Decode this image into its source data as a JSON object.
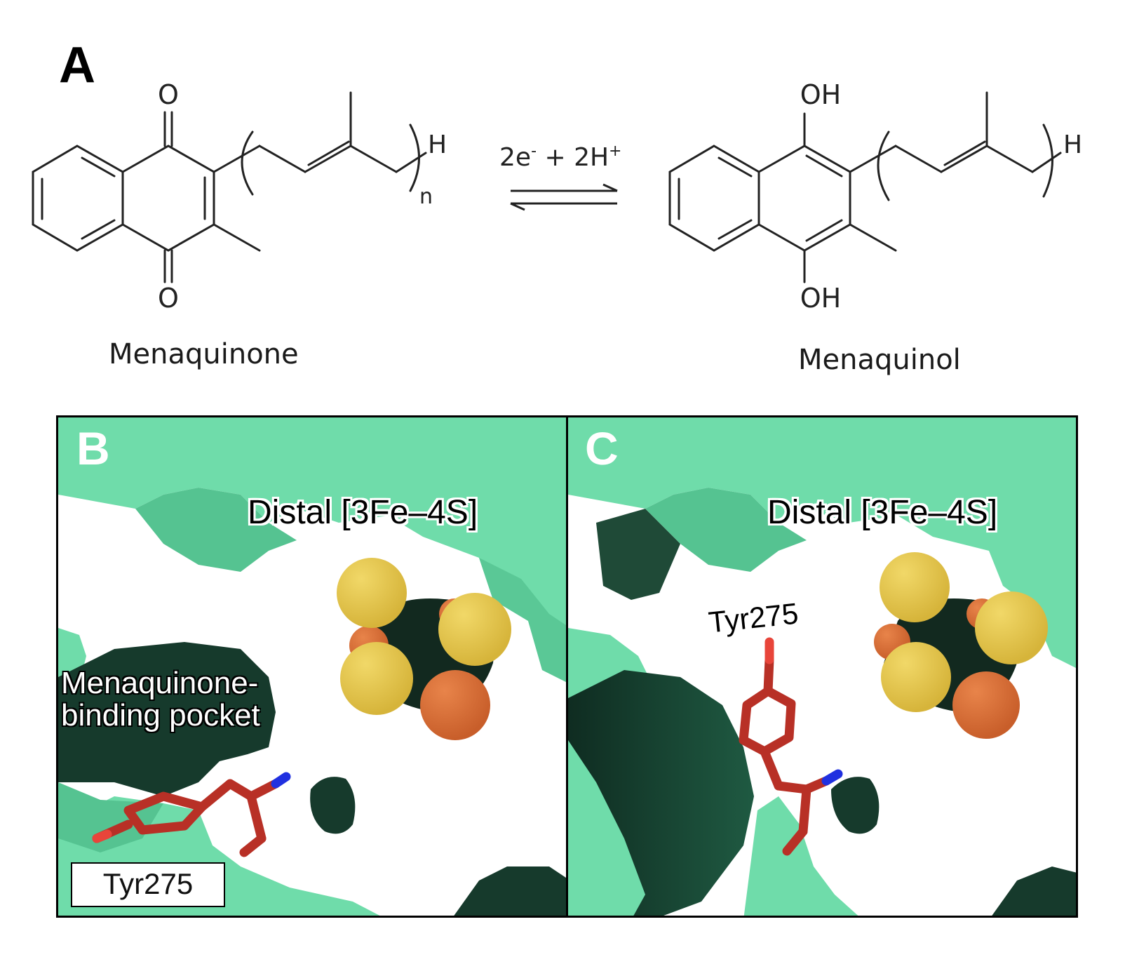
{
  "panel_a": {
    "letter": "A",
    "left_molecule": {
      "name": "Menaquinone",
      "top_atom": "O",
      "bottom_atom": "O",
      "chain_end": "H",
      "repeat_subscript": "n"
    },
    "reaction": {
      "label_main": "2e",
      "label_sup1": "-",
      "label_mid": " + 2H",
      "label_sup2": "+"
    },
    "right_molecule": {
      "name": "Menaquinol",
      "top_atom": "OH",
      "bottom_atom": "OH",
      "chain_end": "H"
    }
  },
  "panel_b": {
    "letter": "B",
    "cluster_label": "Distal [3Fe–4S]",
    "pocket_label_line1": "Menaquinone-",
    "pocket_label_line2": "binding pocket",
    "residue_label": "Tyr275"
  },
  "panel_c": {
    "letter": "C",
    "cluster_label": "Distal [3Fe–4S]",
    "residue_label": "Tyr275"
  },
  "colors": {
    "surface_light": "#6fdcaa",
    "surface_shade": "#4fb988",
    "pocket_dark": "#163a2c",
    "sulfur": "#e3c44a",
    "iron": "#d9703a",
    "tyrosine": "#b83026",
    "nitrogen": "#2030e0",
    "oxygen": "#e8453a"
  }
}
